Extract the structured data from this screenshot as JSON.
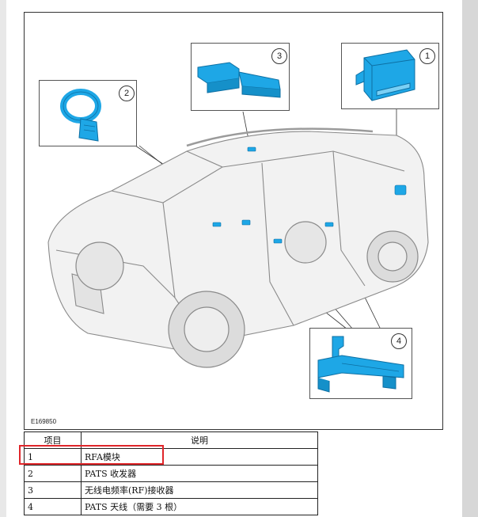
{
  "figure": {
    "id_label": "E169850",
    "callouts": [
      {
        "number": "1"
      },
      {
        "number": "2"
      },
      {
        "number": "3"
      },
      {
        "number": "4"
      }
    ],
    "colors": {
      "component": "#1ea7e6",
      "line": "#333333"
    }
  },
  "legend": {
    "headers": {
      "item": "项目",
      "description": "说明"
    },
    "rows": [
      {
        "item": "1",
        "description": "RFA模块"
      },
      {
        "item": "2",
        "description": "PATS 收发器"
      },
      {
        "item": "3",
        "description": "无线电频率(RF)接收器"
      },
      {
        "item": "4",
        "description": "PATS 天线（需要 3 根）"
      }
    ],
    "highlight_color": "#e0262a"
  }
}
